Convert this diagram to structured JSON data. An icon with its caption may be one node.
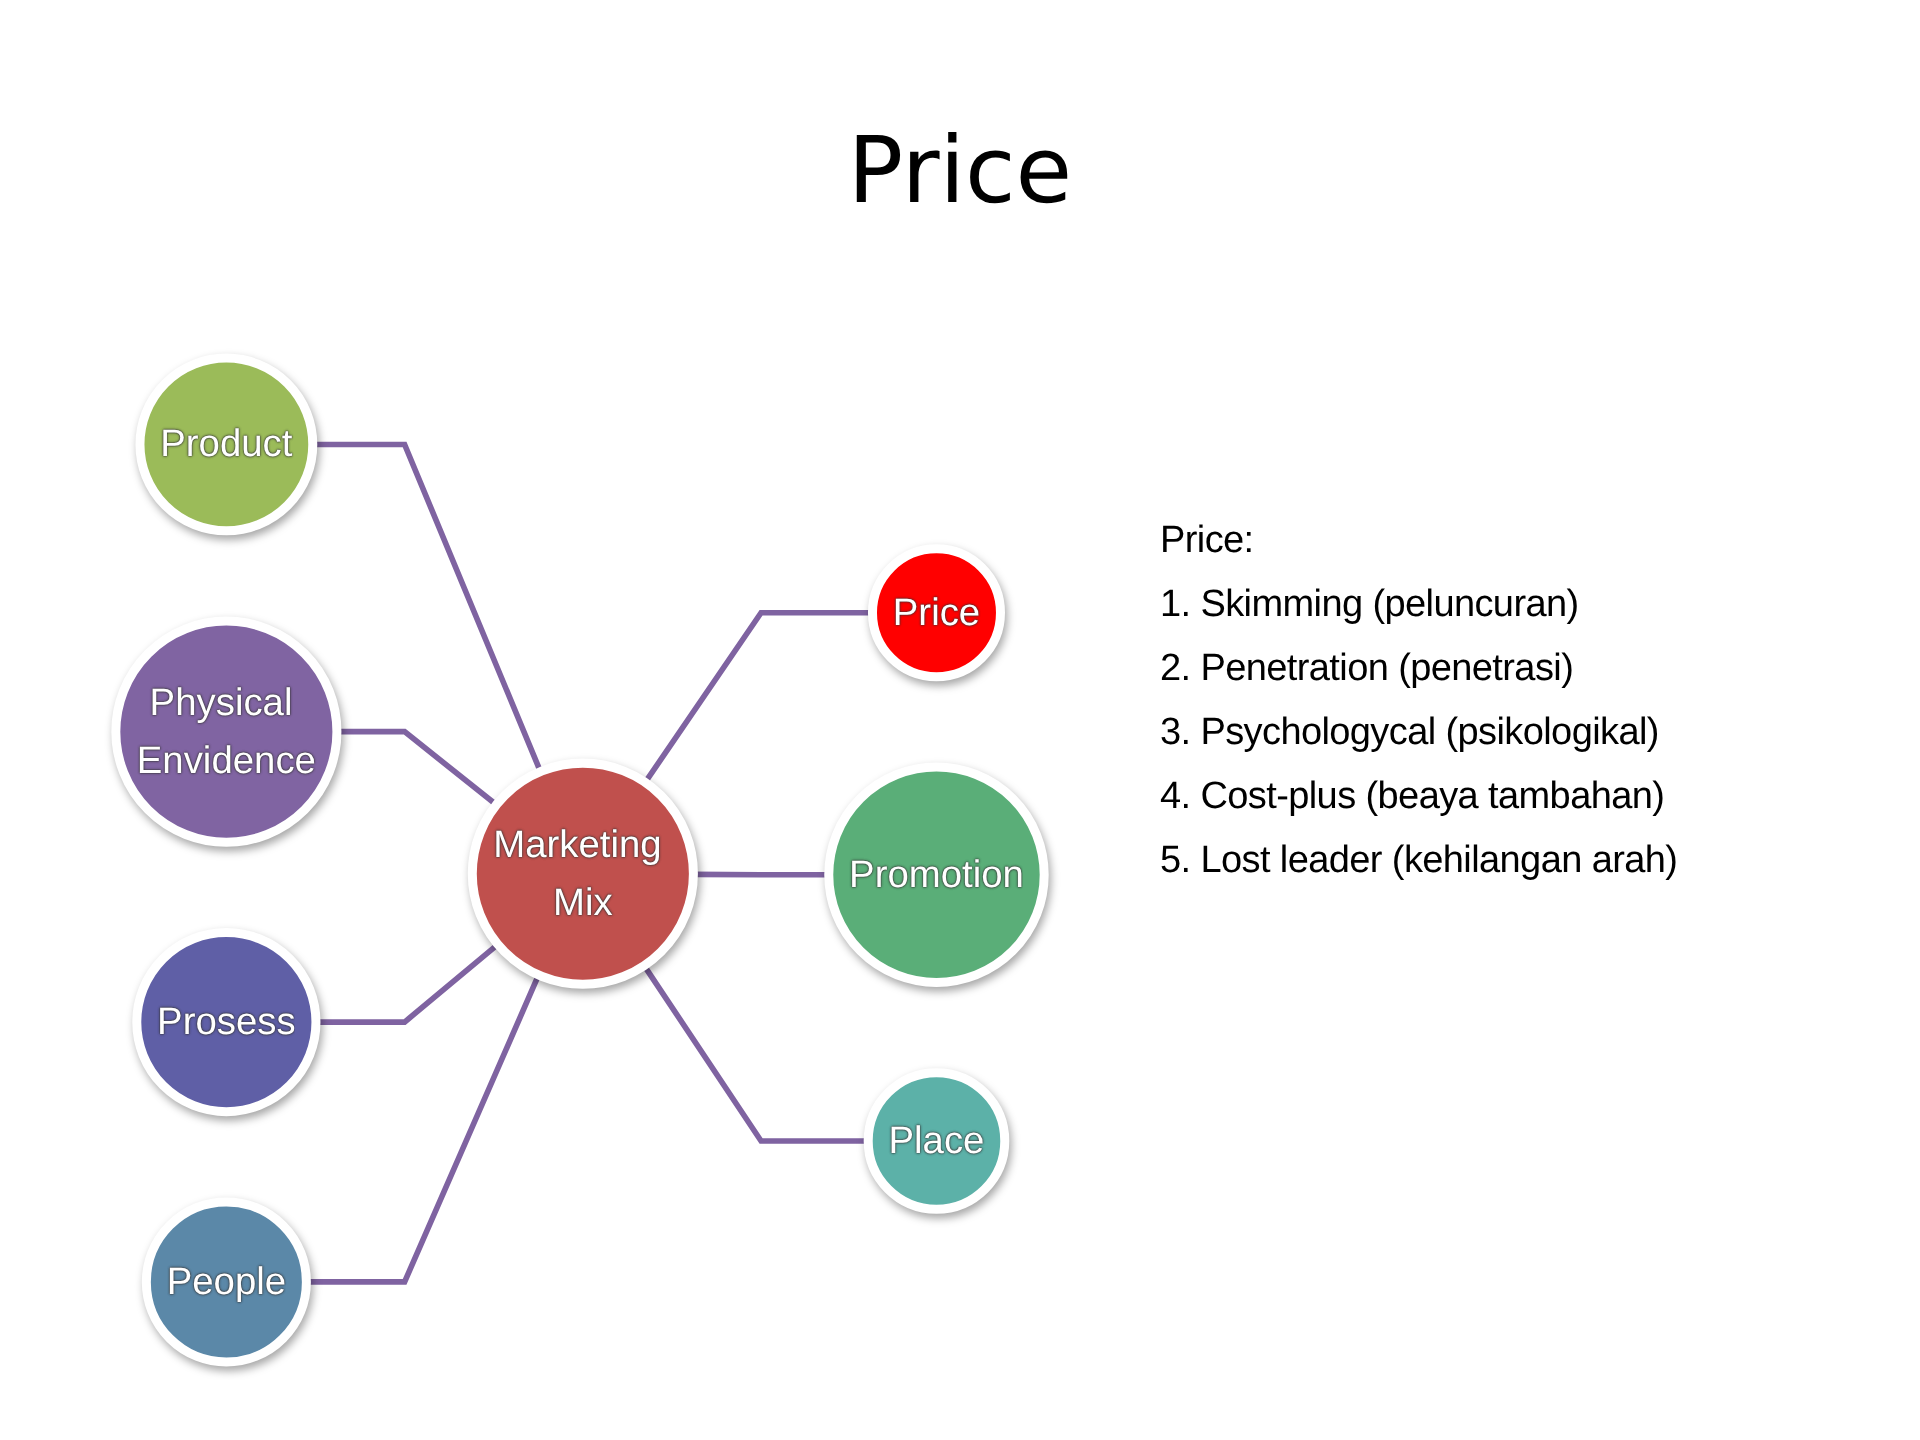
{
  "diagram": {
    "title": "Price",
    "nodes": [
      {
        "text": [
          "Product"
        ]
      },
      {
        "text": [
          "Physical Envidence"
        ]
      },
      {
        "text": [
          "Price"
        ]
      },
      {
        "text": [
          "Marketing Mix"
        ]
      },
      {
        "text": [
          "Prosess"
        ]
      },
      {
        "text": [
          "Promotion"
        ]
      },
      {
        "text": [
          "People"
        ]
      },
      {
        "text": [
          "Place"
        ]
      }
    ],
    "edges": [
      {
        "from": 0,
        "to": 3,
        "arrow": "none"
      },
      {
        "from": 1,
        "to": 3,
        "arrow": "none"
      },
      {
        "from": 3,
        "to": 2,
        "arrow": "none"
      },
      {
        "from": 4,
        "to": 3,
        "arrow": "none"
      },
      {
        "from": 3,
        "to": 5,
        "arrow": "none"
      },
      {
        "from": 6,
        "to": 3,
        "arrow": "none"
      },
      {
        "from": 3,
        "to": 7,
        "arrow": "none"
      }
    ],
    "labels": [
      "Price:",
      "1. Skimming (peluncuran)",
      "2. Penetration (penetrasi)",
      "3. Psychologycal (psikologikal)",
      "4. Cost-plus (beaya tambahan)",
      "5. Lost leader (kehilangan arah)"
    ]
  }
}
